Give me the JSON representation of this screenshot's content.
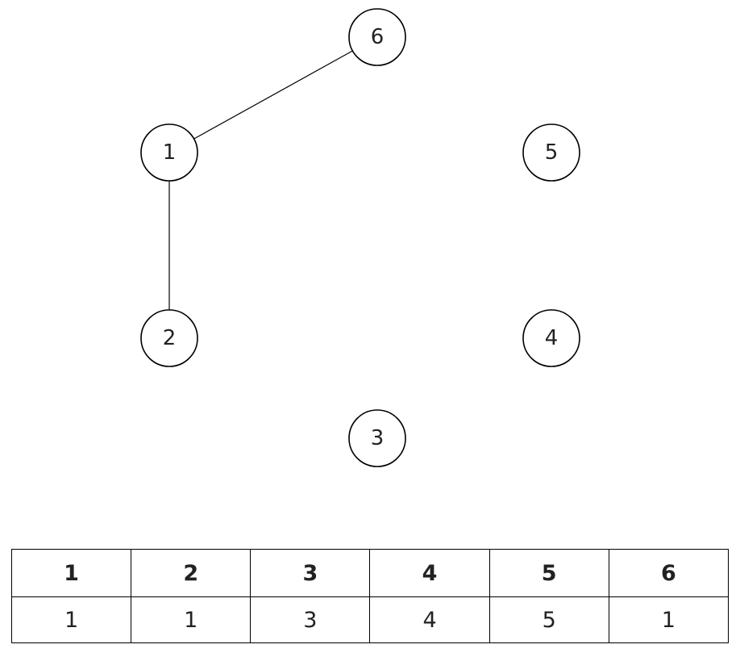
{
  "graph": {
    "nodes": [
      {
        "id": "1",
        "label": "1"
      },
      {
        "id": "2",
        "label": "2"
      },
      {
        "id": "3",
        "label": "3"
      },
      {
        "id": "4",
        "label": "4"
      },
      {
        "id": "5",
        "label": "5"
      },
      {
        "id": "6",
        "label": "6"
      }
    ],
    "edges": [
      {
        "from": "1",
        "to": "6"
      },
      {
        "from": "1",
        "to": "2"
      }
    ]
  },
  "table": {
    "header": [
      "1",
      "2",
      "3",
      "4",
      "5",
      "6"
    ],
    "values": [
      "1",
      "1",
      "3",
      "4",
      "5",
      "1"
    ]
  }
}
